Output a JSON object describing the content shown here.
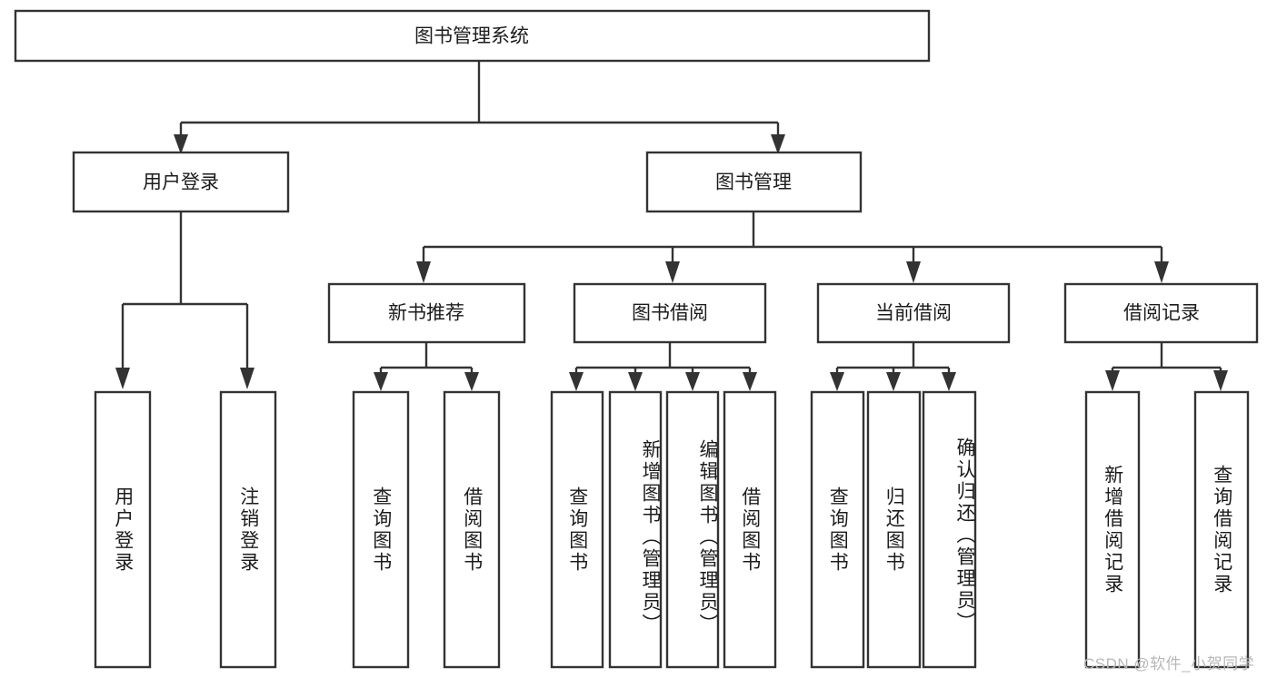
{
  "diagram": {
    "type": "tree-hierarchy",
    "title": "图书管理系统",
    "orientation": "top-down",
    "colors": {
      "box_stroke": "#333333",
      "box_fill": "#ffffff",
      "text": "#1c1c1c",
      "connector": "#333333",
      "watermark": "#b8b8b8",
      "background": "#ffffff"
    },
    "root": {
      "label": "图书管理系统"
    },
    "level2": [
      {
        "label": "用户登录"
      },
      {
        "label": "图书管理"
      }
    ],
    "level3": [
      {
        "label": "新书推荐"
      },
      {
        "label": "图书借阅"
      },
      {
        "label": "当前借阅"
      },
      {
        "label": "借阅记录"
      }
    ],
    "leaves_user_login": [
      {
        "label": "用户登录"
      },
      {
        "label": "注销登录"
      }
    ],
    "leaves_new_book": [
      {
        "label": "查询图书"
      },
      {
        "label": "借阅图书"
      }
    ],
    "leaves_book_borrow": [
      {
        "label": "查询图书"
      },
      {
        "label": "新增图书（管理员）"
      },
      {
        "label": "编辑图书（管理员）"
      },
      {
        "label": "借阅图书"
      }
    ],
    "leaves_current_borrow": [
      {
        "label": "查询图书"
      },
      {
        "label": "归还图书"
      },
      {
        "label": "确认归还（管理员）"
      }
    ],
    "leaves_borrow_record": [
      {
        "label": "新增借阅记录"
      },
      {
        "label": "查询借阅记录"
      }
    ]
  },
  "watermark": {
    "text": "CSDN @软件_小贺同学"
  }
}
